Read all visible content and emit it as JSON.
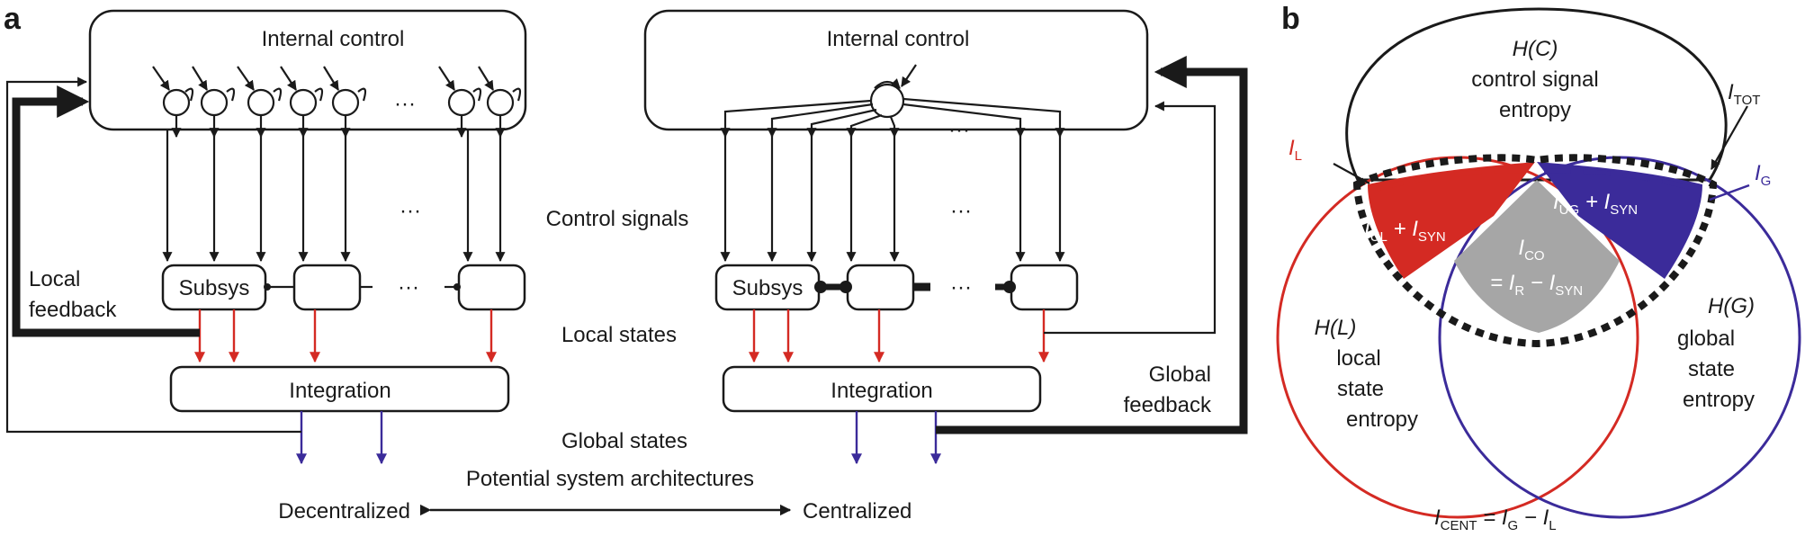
{
  "panel_a": {
    "letter": "a",
    "internal_control_left": "Internal control",
    "internal_control_right": "Internal control",
    "ellipsis": "···",
    "control_signals": "Control signals",
    "local_states": "Local states",
    "global_states": "Global states",
    "subsys_left": "Subsys",
    "subsys_right": "Subsys",
    "integration_left": "Integration",
    "integration_right": "Integration",
    "local_feedback_1": "Local",
    "local_feedback_2": "feedback",
    "global_feedback_1": "Global",
    "global_feedback_2": "feedback",
    "architectures": "Potential system architectures",
    "decentralized": "Decentralized",
    "centralized": "Centralized"
  },
  "panel_b": {
    "letter": "b",
    "hc_title": "H(C)",
    "hc_line1": "control signal",
    "hc_line2": "entropy",
    "hl_title": "H(L)",
    "hl_line1": "local",
    "hl_line2": "state",
    "hl_line3": "entropy",
    "hg_title": "H(G)",
    "hg_line1": "global",
    "hg_line2": "state",
    "hg_line3": "entropy",
    "i": "I",
    "plus": " + ",
    "eq": "= ",
    "minus": " − ",
    "eq_sign": " = ",
    "sub_tot": "TOT",
    "sub_l": "L",
    "sub_g": "G",
    "sub_ul": "UL",
    "sub_ug": "UG",
    "sub_syn": "SYN",
    "sub_co": "CO",
    "sub_r": "R",
    "sub_cent": "CENT"
  },
  "colors": {
    "local": "#d42a23",
    "global": "#3b2b9a",
    "cooperative": "#a6a6a6",
    "ink": "#1a1a1a"
  }
}
